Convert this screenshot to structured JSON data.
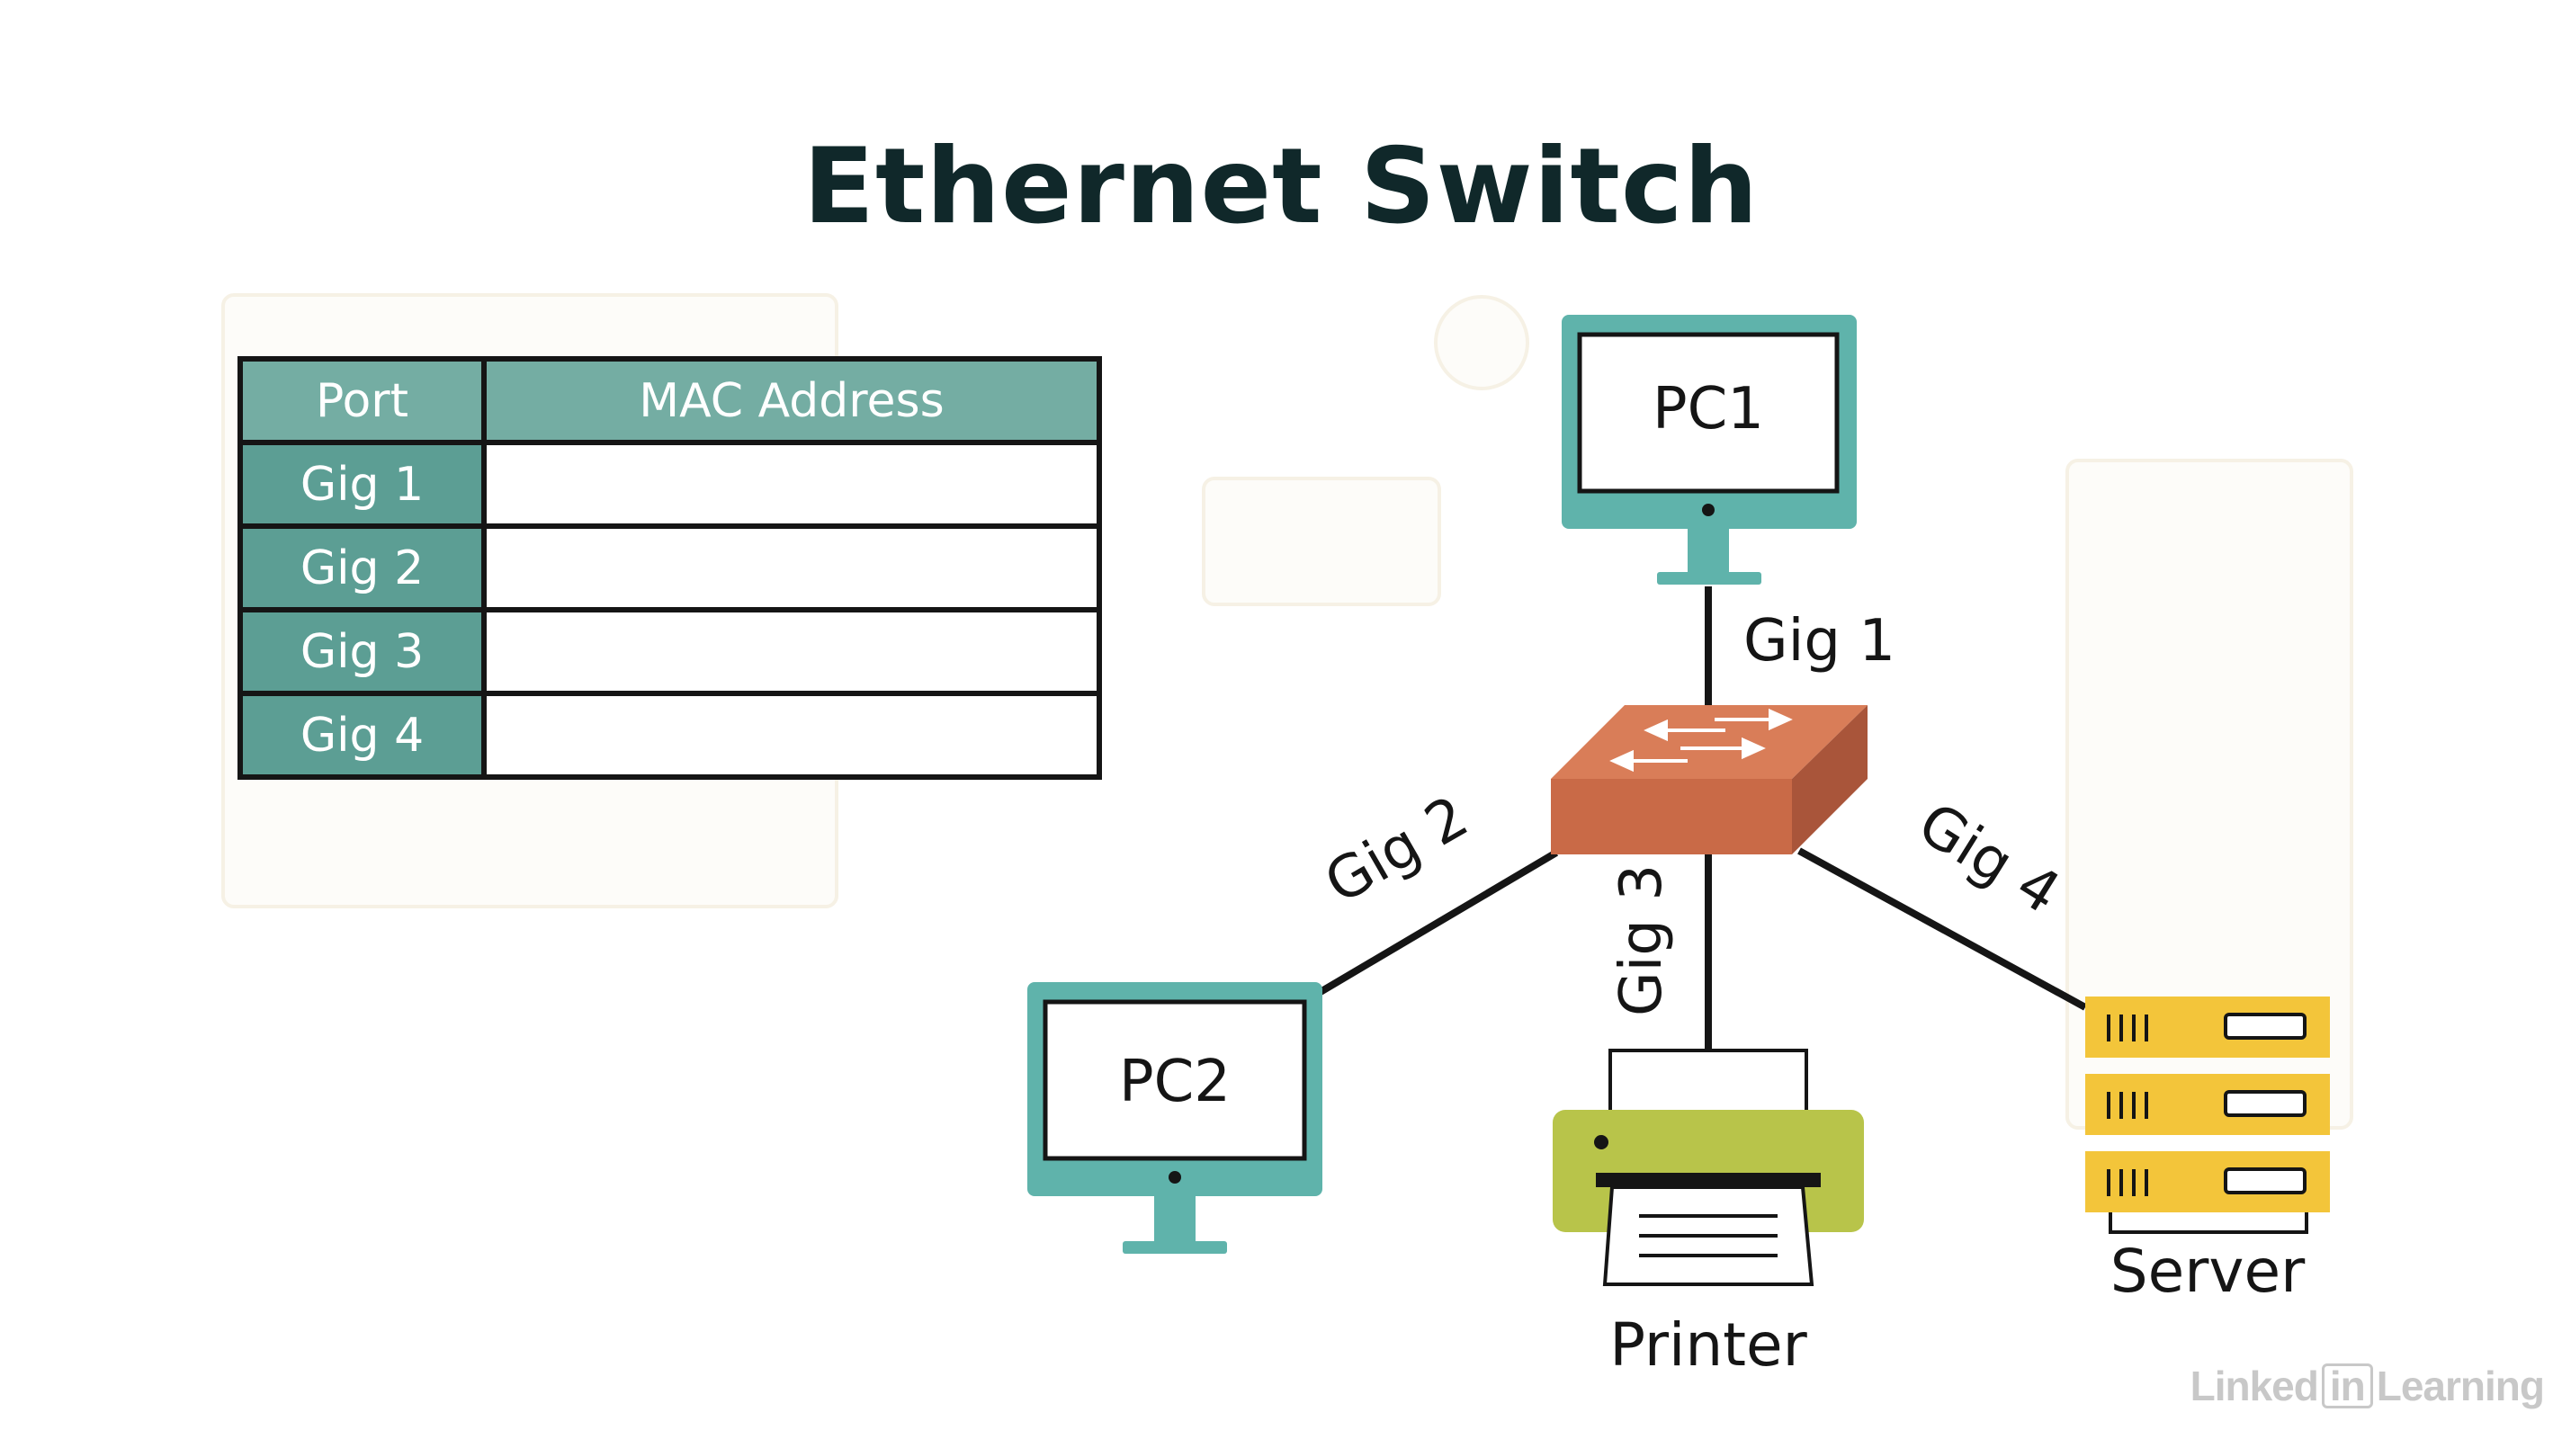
{
  "title": "Ethernet Switch",
  "mac_table": {
    "headers": {
      "port": "Port",
      "mac": "MAC Address"
    },
    "rows": [
      {
        "port": "Gig 1",
        "mac": ""
      },
      {
        "port": "Gig 2",
        "mac": ""
      },
      {
        "port": "Gig 3",
        "mac": ""
      },
      {
        "port": "Gig 4",
        "mac": ""
      }
    ]
  },
  "devices": {
    "pc1": "PC1",
    "pc2": "PC2",
    "printer": "Printer",
    "server": "Server"
  },
  "links": {
    "gig1": "Gig 1",
    "gig2": "Gig 2",
    "gig3": "Gig 3",
    "gig4": "Gig 4"
  },
  "watermark": {
    "left": "Linked",
    "middle": "in",
    "right": "Learning"
  },
  "colors": {
    "monitor": "#5fb3ab",
    "switch": "#c96a47",
    "printer": "#b8c44a",
    "server": "#f3c53a",
    "table_header": "#74ada3",
    "table_port": "#5c9e94"
  }
}
